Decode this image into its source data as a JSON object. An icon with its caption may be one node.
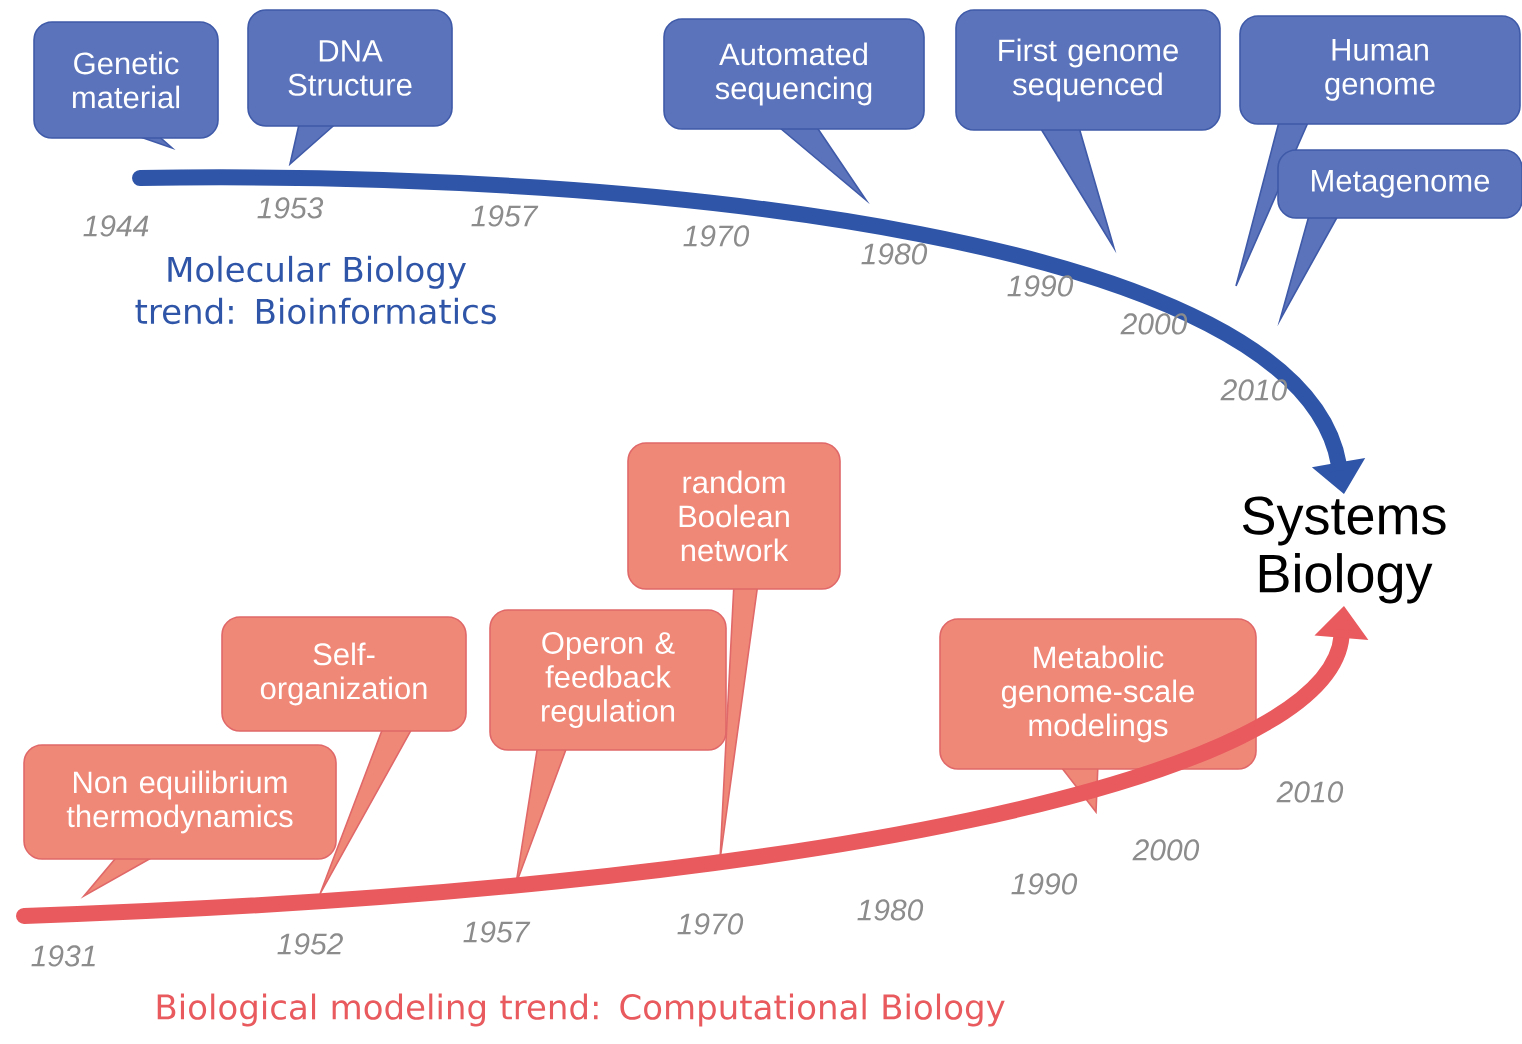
{
  "diagram": {
    "nodes": [
      {
        "text": [
          "Genetic material"
        ]
      },
      {
        "text": [
          "DNA Structure"
        ]
      },
      {
        "text": [
          "Automated sequencing"
        ]
      },
      {
        "text": [
          "First genome sequenced"
        ]
      },
      {
        "text": [
          "Human genome"
        ]
      },
      {
        "text": [
          "Metagenome"
        ]
      },
      {
        "text": [
          "Systems Biology"
        ]
      },
      {
        "text": [
          "Non equilibrium thermodynamics"
        ]
      },
      {
        "text": [
          "Self-organization"
        ]
      },
      {
        "text": [
          "Operon & feedback regulation"
        ]
      },
      {
        "text": [
          "random Boolean network"
        ]
      },
      {
        "text": [
          "Metabolic genome-scale modelings"
        ]
      }
    ],
    "edges": [
      {
        "from": null,
        "to": 6,
        "arrow": "to",
        "color": "#2f55a8"
      },
      {
        "from": null,
        "to": 6,
        "arrow": "to",
        "color": "#e85a5e"
      }
    ],
    "labels": [
      "1944",
      "1953",
      "1957",
      "1970",
      "1980",
      "1990",
      "2000",
      "2010",
      "Molecular Biology trend: Bioinformatics",
      "1931",
      "1952",
      "1957",
      "1970",
      "1980",
      "1990",
      "2000",
      "2010",
      "Biological modeling trend: Computational Biology"
    ]
  }
}
